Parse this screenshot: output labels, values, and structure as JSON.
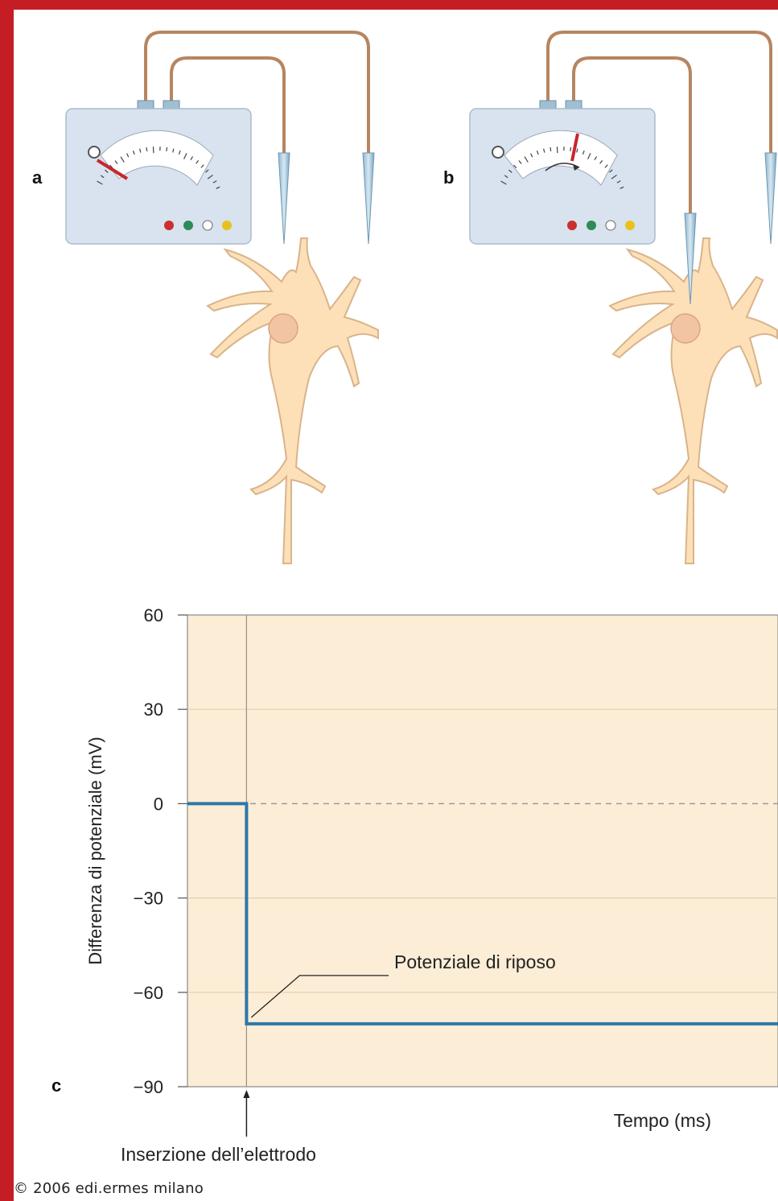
{
  "panels": {
    "a": {
      "label": "a"
    },
    "b": {
      "label": "b"
    },
    "c": {
      "label": "c"
    }
  },
  "meter": {
    "light_colors": [
      "#cc2f2f",
      "#2e8b57",
      "#ffffff",
      "#e8c21c"
    ]
  },
  "chart_data": {
    "type": "line",
    "ylabel": "Differenza di potenziale (mV)",
    "xlabel": "Tempo (ms)",
    "ylim": [
      -90,
      60
    ],
    "yticks": [
      60,
      30,
      0,
      -30,
      -60,
      -90
    ],
    "ytick_labels": [
      "60",
      "30",
      "0",
      "−30",
      "−60",
      "−90"
    ],
    "x": [
      0,
      1,
      1,
      10
    ],
    "series": [
      {
        "values": [
          0,
          0,
          -70,
          -70
        ]
      }
    ],
    "zero_reference": "dashed",
    "grid": true,
    "annotations": {
      "resting": "Potenziale di riposo",
      "insertion": "Inserzione dell’elettrodo"
    }
  },
  "colors": {
    "background_frame": "#c41e24",
    "plot_background": "#fcedd6",
    "trace": "#2b78a9",
    "neuron": "#fde0b8",
    "meter_box": "#d8e3ef"
  },
  "copyright": "© 2006 edi.ermes milano"
}
